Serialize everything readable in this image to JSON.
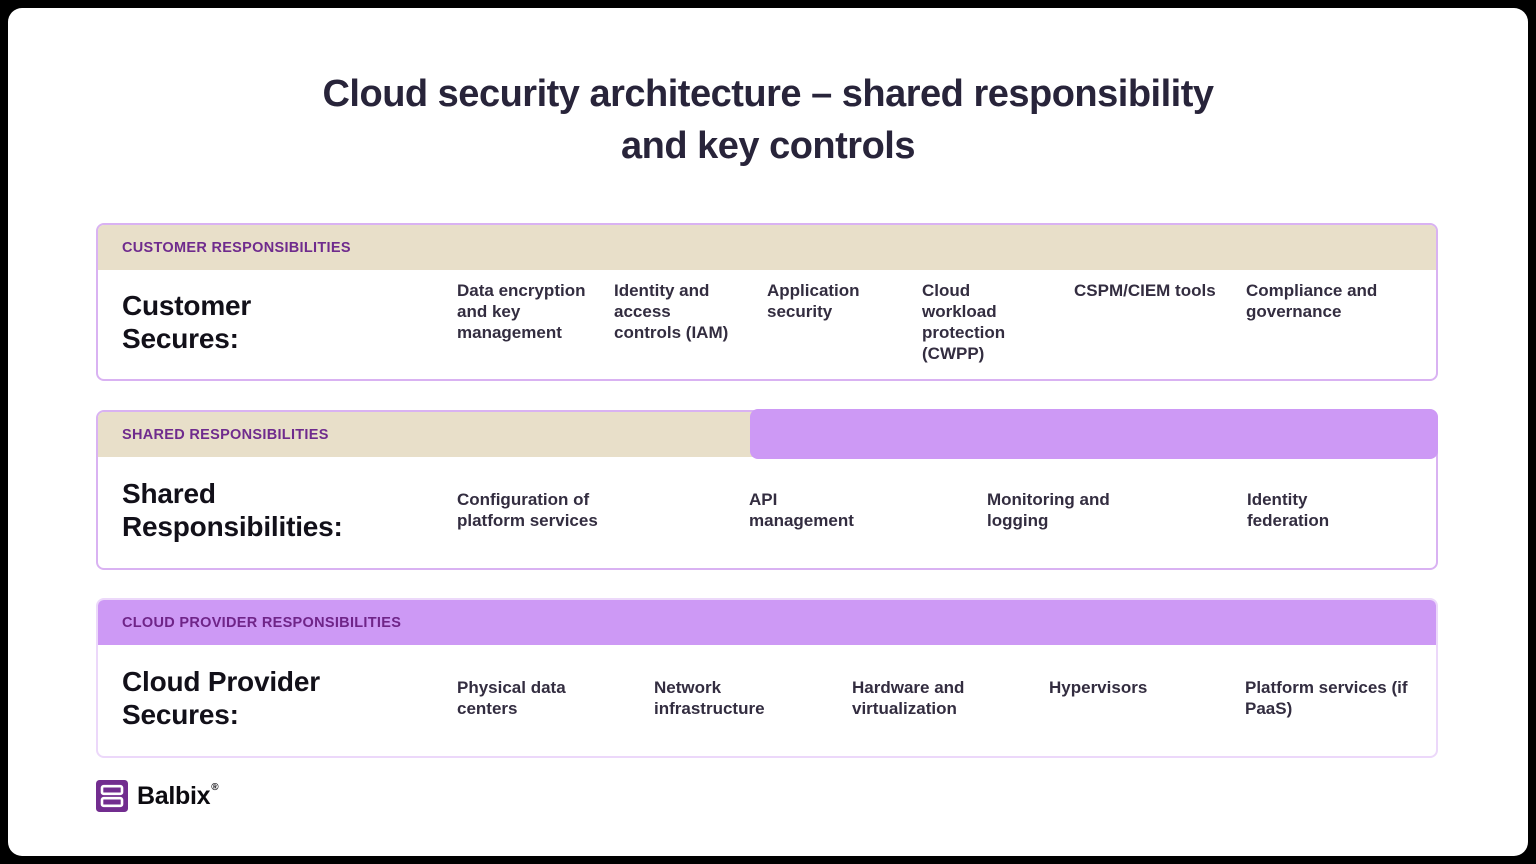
{
  "title": {
    "line1": "Cloud security architecture – shared responsibility",
    "line2": "and key controls"
  },
  "sections": [
    {
      "header": "CUSTOMER RESPONSIBILITIES",
      "label": "Customer Secures:",
      "items": [
        "Data encryption and key management",
        "Identity and access controls (IAM)",
        "Application security",
        "Cloud workload protection (CWPP)",
        "CSPM/CIEM tools",
        "Compliance and governance"
      ]
    },
    {
      "header": "SHARED RESPONSIBILITIES",
      "label": "Shared Responsibilities:",
      "items": [
        "Configuration of platform services",
        "API management",
        "Monitoring and logging",
        "Identity federation"
      ]
    },
    {
      "header": "CLOUD PROVIDER RESPONSIBILITIES",
      "label": "Cloud Provider Secures:",
      "items": [
        "Physical data centers",
        "Network infrastructure",
        "Hardware and virtualization",
        "Hypervisors",
        "Platform services (if PaaS)"
      ]
    }
  ],
  "logo": {
    "name": "Balbix",
    "registered": "®"
  },
  "colors": {
    "tan_header": "#e8dfc9",
    "purple_header": "#cd99f5",
    "header_text": "#6f2b8d",
    "panel_border": "#d9b2f2",
    "title_text": "#28243a",
    "logo_purple": "#722d8f"
  }
}
